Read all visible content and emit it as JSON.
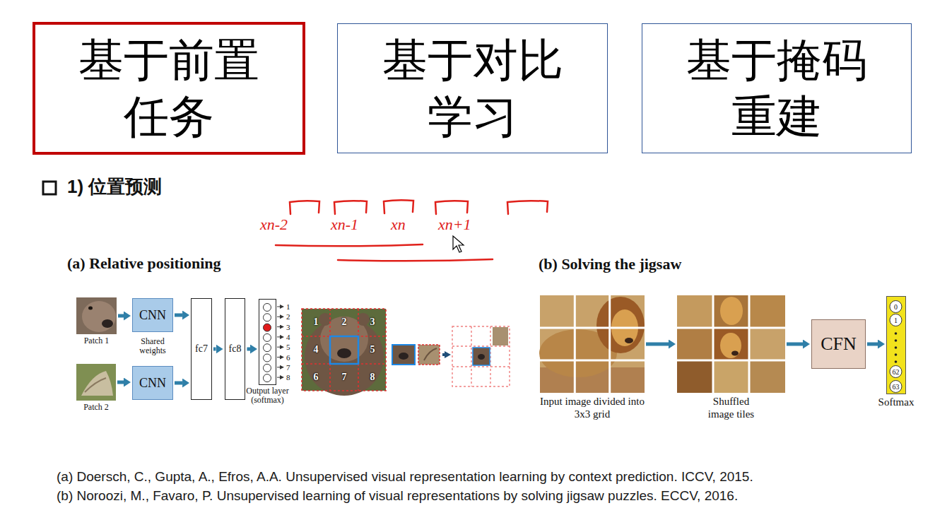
{
  "diagram": {
    "nodes": [
      {
        "text": [
          "基于前置 任务"
        ]
      },
      {
        "text": [
          "基于对比 学习"
        ]
      },
      {
        "text": [
          "基于掩码 重建"
        ]
      },
      {
        "text": [
          "Patch 1"
        ]
      },
      {
        "text": [
          "CNN"
        ]
      },
      {
        "text": [
          "Patch 2"
        ]
      },
      {
        "text": [
          "CNN"
        ]
      },
      {
        "text": [
          "fc7"
        ]
      },
      {
        "text": [
          "fc8"
        ]
      },
      {
        "text": [
          "Output layer (softmax)"
        ]
      },
      {
        "text": [
          "Input image divided into 3x3 grid"
        ]
      },
      {
        "text": [
          "Shuffled image tiles"
        ]
      },
      {
        "text": [
          "CFN"
        ]
      },
      {
        "text": [
          "0",
          "1",
          "62",
          "63",
          "Softmax"
        ]
      }
    ],
    "edges": [
      {
        "from": 3,
        "to": 4,
        "arrow": "to"
      },
      {
        "from": 5,
        "to": 6,
        "arrow": "to"
      },
      {
        "from": 4,
        "to": 7,
        "arrow": "to"
      },
      {
        "from": 6,
        "to": 7,
        "arrow": "to"
      },
      {
        "from": 7,
        "to": 8,
        "arrow": "to"
      },
      {
        "from": 8,
        "to": 9,
        "arrow": "to"
      },
      {
        "from": 10,
        "to": 11,
        "arrow": "to"
      },
      {
        "from": 11,
        "to": 12,
        "arrow": "to"
      },
      {
        "from": 12,
        "to": 13,
        "arrow": "to"
      }
    ],
    "labels": [
      "1) 位置预测",
      "xn-2",
      "xn-1",
      "xn",
      "xn+1",
      "(a) Relative positioning",
      "Shared weights",
      "1",
      "2",
      "3",
      "4",
      "5",
      "6",
      "7",
      "8",
      "1",
      "2",
      "3",
      "4",
      "5",
      "6",
      "7",
      "8",
      "(b) Solving the jigsaw",
      "(a) Doersch, C., Gupta, A., Efros, A.A. Unsupervised visual representation learning by context prediction. ICCV, 2015.",
      "(b) Noroozi, M., Favaro, P. Unsupervised learning of visual representations by solving jigsaw puzzles. ECCV, 2016."
    ]
  }
}
